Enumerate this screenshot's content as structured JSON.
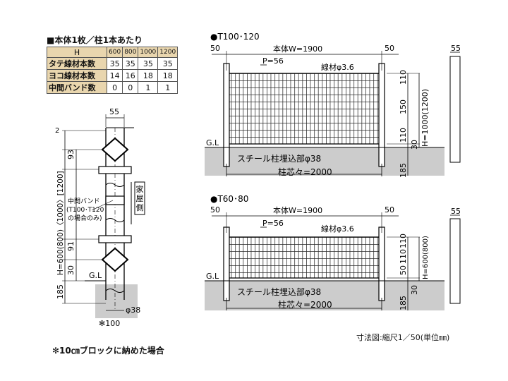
{
  "table": {
    "title": "■本体1枚／柱1本あたり",
    "header_label": "H",
    "heights": [
      "600",
      "800",
      "1000",
      "1200"
    ],
    "rows": [
      {
        "label": "タテ線材本数",
        "values": [
          "35",
          "35",
          "35",
          "35"
        ]
      },
      {
        "label": "ヨコ線材本数",
        "values": [
          "14",
          "16",
          "18",
          "18"
        ]
      },
      {
        "label": "中間バンド数",
        "values": [
          "0",
          "0",
          "1",
          "1"
        ]
      }
    ]
  },
  "post": {
    "top_width": "55",
    "dim_top": "2",
    "dim_93": "93",
    "dim_91": "91",
    "dim_30": "30",
    "dim_185": "185",
    "height_label": "H=600(800)〈1000〉[1200]",
    "band_label_1": "中間バンド",
    "band_label_2": "(T100･T120",
    "band_label_3": "の場合のみ)",
    "house_side": "家屋側",
    "gl": "G.L",
    "diameter": "φ38",
    "block": "✻100"
  },
  "t100": {
    "title": "●T100･120",
    "left_post": "50",
    "right_post": "50",
    "body_width": "本体W=1900",
    "pitch": "P=56",
    "wire": "線材φ3.6",
    "dim_110_top": "110",
    "dim_150": "150",
    "dim_110_bot": "110",
    "dim_30": "30",
    "height": "H=1000(1200)",
    "dim_185": "185",
    "gl": "G.L",
    "embed": "スチール柱埋込部φ38",
    "post_center": "柱芯々=2000",
    "side_width": "55"
  },
  "t60": {
    "title": "●T60･80",
    "left_post": "50",
    "right_post": "50",
    "body_width": "本体W=1900",
    "pitch": "P=56",
    "wire": "線材φ3.6",
    "dim_110_top": "110",
    "dim_110_mid": "110",
    "dim_50": "50",
    "height": "H=600(800)",
    "dim_30": "30",
    "dim_185": "185",
    "gl": "G.L",
    "embed": "スチール柱埋込部φ38",
    "post_center": "柱芯々=2000",
    "side_width": "55"
  },
  "scale_note": "寸法図:縮尺1／50(単位㎜)",
  "footer_note": "✻10㎝ブロックに納めた場合"
}
